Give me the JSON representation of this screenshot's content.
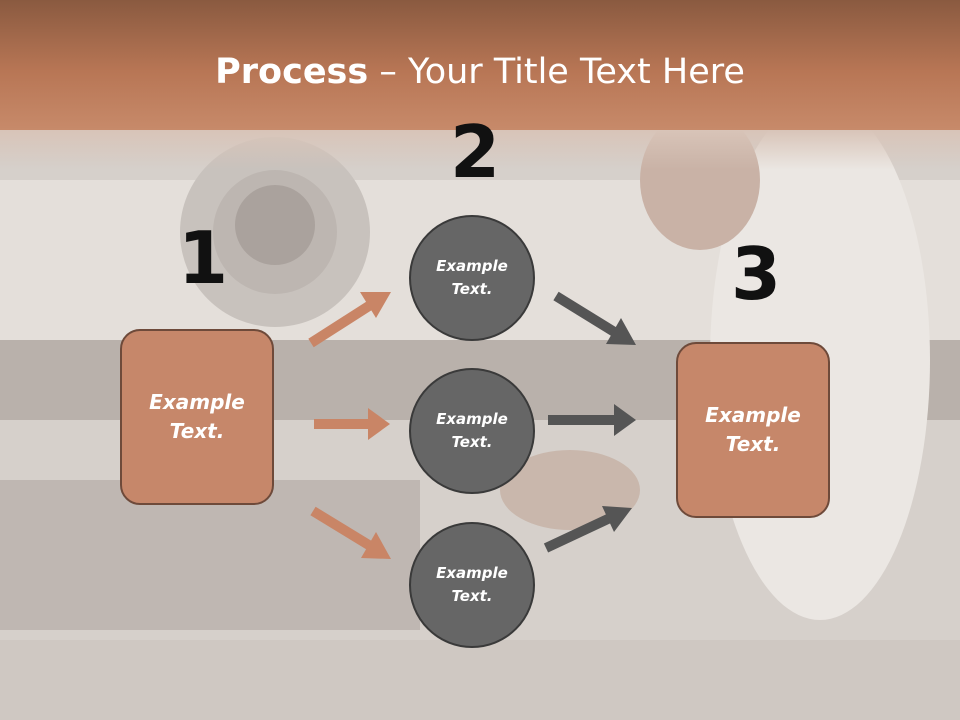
{
  "title": {
    "bold": "Process",
    "dash": " – ",
    "rest": "Your Title Text Here"
  },
  "steps": [
    {
      "number": "1",
      "text": "Example Text."
    },
    {
      "number": "2",
      "text": "Example Text."
    },
    {
      "number": "3",
      "text": "Example Text."
    }
  ],
  "middle_items": [
    {
      "text": "Example Text."
    },
    {
      "text": "Example Text."
    },
    {
      "text": "Example Text."
    }
  ],
  "colors": {
    "accent": "#c6876a",
    "circle": "#666666",
    "arrow_orange": "#c98566",
    "arrow_gray": "#555555",
    "header": "#b87655"
  }
}
